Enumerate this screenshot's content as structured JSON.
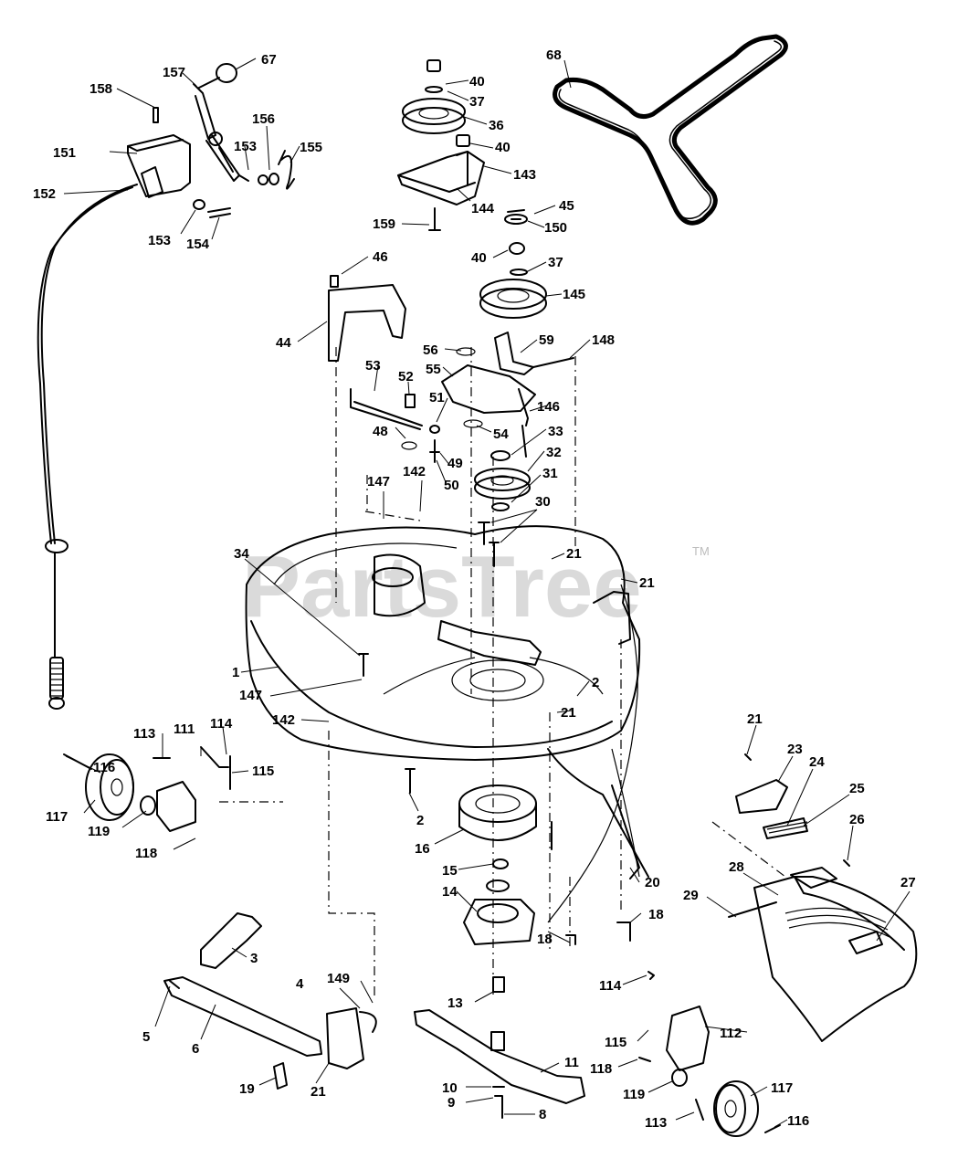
{
  "watermark": {
    "text": "PartsTree",
    "mark": "TM"
  },
  "labels": {
    "p1": "1",
    "p2a": "2",
    "p2b": "2",
    "p3": "3",
    "p4": "4",
    "p5": "5",
    "p6": "6",
    "p8": "8",
    "p9": "9",
    "p10": "10",
    "p11": "11",
    "p13": "13",
    "p14": "14",
    "p15": "15",
    "p16": "16",
    "p18a": "18",
    "p18b": "18",
    "p19": "19",
    "p20": "20",
    "p21a": "21",
    "p21b": "21",
    "p21c": "21",
    "p21d": "21",
    "p21e": "21",
    "p23": "23",
    "p24": "24",
    "p25": "25",
    "p26": "26",
    "p27": "27",
    "p28": "28",
    "p29": "29",
    "p30": "30",
    "p31": "31",
    "p32": "32",
    "p33": "33",
    "p34": "34",
    "p36": "36",
    "p37a": "37",
    "p37b": "37",
    "p40a": "40",
    "p40b": "40",
    "p40c": "40",
    "p44": "44",
    "p45": "45",
    "p46": "46",
    "p48": "48",
    "p49": "49",
    "p50": "50",
    "p51": "51",
    "p52": "52",
    "p53": "53",
    "p54": "54",
    "p55": "55",
    "p56": "56",
    "p59": "59",
    "p67": "67",
    "p68": "68",
    "p111": "111",
    "p112": "112",
    "p113a": "113",
    "p113b": "113",
    "p114a": "114",
    "p114b": "114",
    "p115a": "115",
    "p115b": "115",
    "p116a": "116",
    "p116b": "116",
    "p117a": "117",
    "p117b": "117",
    "p118a": "118",
    "p118b": "118",
    "p119a": "119",
    "p119b": "119",
    "p142a": "142",
    "p142b": "142",
    "p143": "143",
    "p144": "144",
    "p145": "145",
    "p146": "146",
    "p147a": "147",
    "p147b": "147",
    "p148": "148",
    "p149": "149",
    "p150": "150",
    "p151": "151",
    "p152": "152",
    "p153a": "153",
    "p153b": "153",
    "p154": "154",
    "p155": "155",
    "p156": "156",
    "p157": "157",
    "p158": "158",
    "p159": "159"
  },
  "icons": [
    "belt-icon",
    "pulley-icon",
    "blade-icon",
    "spindle-icon",
    "gauge-wheel-icon",
    "discharge-chute-icon",
    "cable-icon"
  ]
}
